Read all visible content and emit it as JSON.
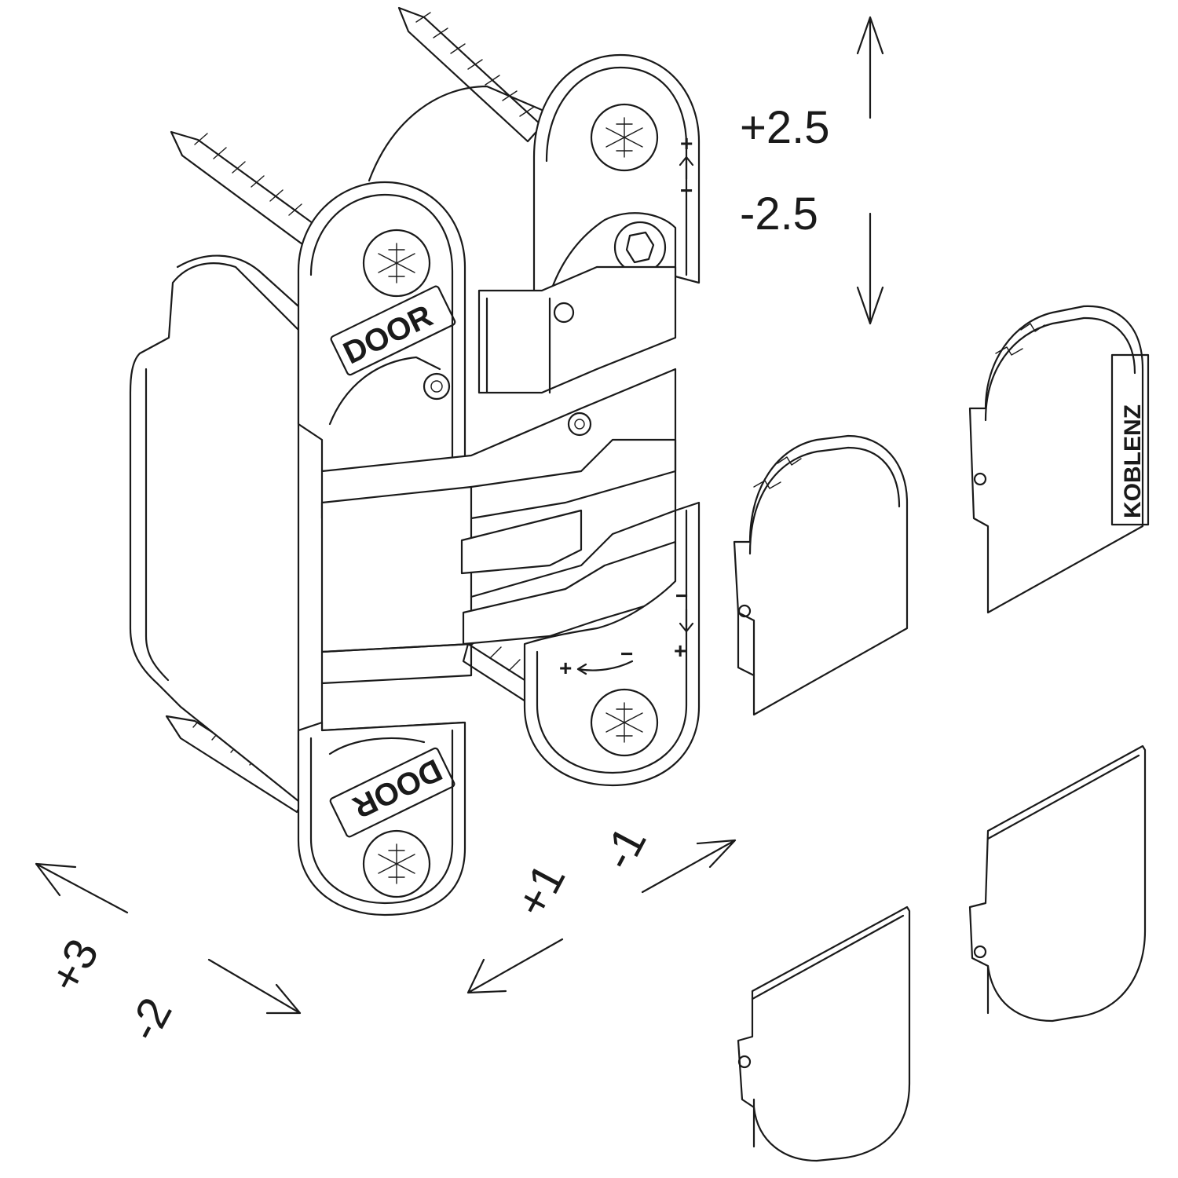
{
  "dimensions": {
    "vertical": {
      "plus": "+2.5",
      "minus": "-2.5"
    },
    "depth": {
      "plus": "+3",
      "minus": "-2"
    },
    "lateral": {
      "plus": "+1",
      "minus": "-1"
    }
  },
  "hinge": {
    "top_plate_label": "DOOR",
    "bottom_plate_label": "DOOR",
    "plus_sign": "+",
    "minus_sign": "−"
  },
  "cover_caps": {
    "brand": "KOBLENZ"
  }
}
